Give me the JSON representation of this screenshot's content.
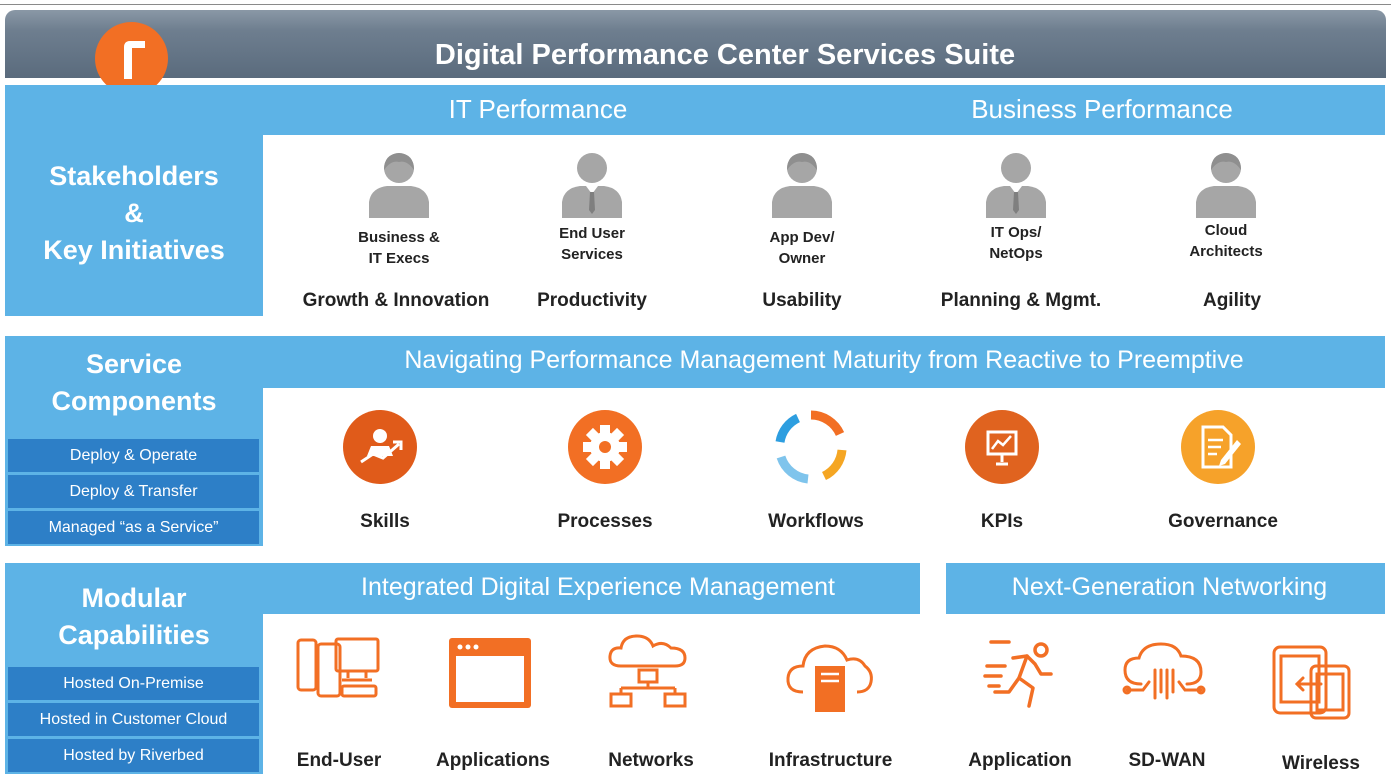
{
  "title": "Digital Performance Center Services Suite",
  "logo_icon": "riverbed-logo",
  "row1": {
    "label_lines": [
      "Stakeholders",
      "&",
      "Key Initiatives"
    ],
    "head_left": "IT Performance",
    "head_right": "Business Performance",
    "stakeholders": [
      {
        "title": "Business &\nIT Execs",
        "initiative": "Growth & Innovation",
        "icon": "person-female-icon"
      },
      {
        "title": "End User\nServices",
        "initiative": "Productivity",
        "icon": "person-male-tie-icon"
      },
      {
        "title": "App Dev/\nOwner",
        "initiative": "Usability",
        "icon": "person-female-icon"
      },
      {
        "title": "IT Ops/\nNetOps",
        "initiative": "Planning & Mgmt.",
        "icon": "person-male-tie-icon"
      },
      {
        "title": "Cloud\nArchitects",
        "initiative": "Agility",
        "icon": "person-female-icon"
      }
    ]
  },
  "row2": {
    "label_lines": [
      "Service",
      "Components"
    ],
    "options": [
      "Deploy & Operate",
      "Deploy & Transfer",
      "Managed “as a Service”"
    ],
    "head": "Navigating Performance Management Maturity from Reactive to Preemptive",
    "components": [
      {
        "label": "Skills",
        "icon": "skills-icon"
      },
      {
        "label": "Processes",
        "icon": "gear-icon"
      },
      {
        "label": "Workflows",
        "icon": "cycle-arrows-icon"
      },
      {
        "label": "KPIs",
        "icon": "presentation-chart-icon"
      },
      {
        "label": "Governance",
        "icon": "document-pen-icon"
      }
    ]
  },
  "row3": {
    "label_lines": [
      "Modular",
      "Capabilities"
    ],
    "options": [
      "Hosted On-Premise",
      "Hosted in Customer Cloud",
      "Hosted by Riverbed"
    ],
    "head_left": "Integrated Digital Experience Management",
    "head_right": "Next-Generation Networking",
    "capabilities": [
      {
        "label": "End-User",
        "icon": "devices-icon"
      },
      {
        "label": "Applications",
        "icon": "browser-window-icon"
      },
      {
        "label": "Networks",
        "icon": "cloud-network-icon"
      },
      {
        "label": "Infrastructure",
        "icon": "cloud-server-icon"
      },
      {
        "label": "Application",
        "icon": "running-person-icon"
      },
      {
        "label": "SD-WAN",
        "icon": "cloud-circuit-icon"
      },
      {
        "label": "Wireless",
        "icon": "mobile-devices-icon"
      }
    ]
  },
  "colors": {
    "orange": "#f26f24",
    "light_blue": "#5db3e6",
    "dark_blue": "#2d7fc7",
    "title_bar": "#6e7e8f",
    "gray_person": "#a6a6a6"
  }
}
